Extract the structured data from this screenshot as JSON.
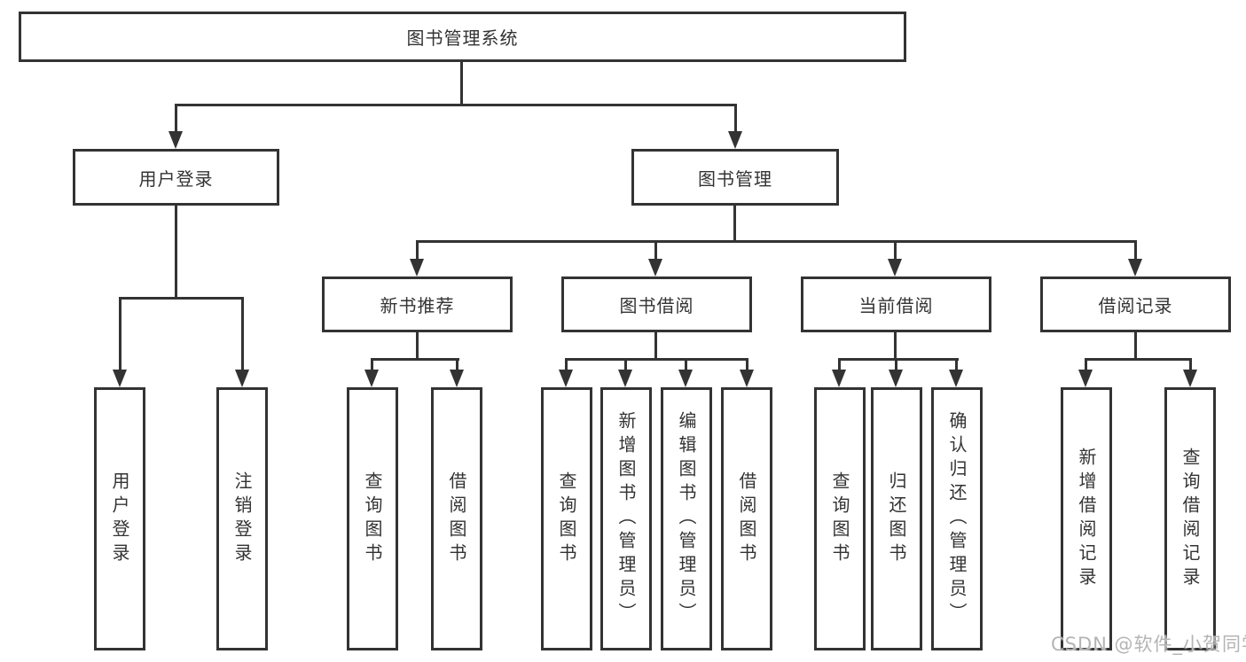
{
  "diagram_type": "tree",
  "colors": {
    "line": "#333333",
    "text": "#333333",
    "background": "#ffffff",
    "watermark": "#b4b4b4"
  },
  "tree": {
    "root": {
      "label": "图书管理系统",
      "children": [
        {
          "label": "用户登录",
          "children": [
            {
              "label": "用户登录"
            },
            {
              "label": "注销登录"
            }
          ]
        },
        {
          "label": "图书管理",
          "children": [
            {
              "label": "新书推荐",
              "children": [
                {
                  "label": "查询图书"
                },
                {
                  "label": "借阅图书"
                }
              ]
            },
            {
              "label": "图书借阅",
              "children": [
                {
                  "label": "查询图书"
                },
                {
                  "label": "新增图书（管理员）"
                },
                {
                  "label": "编辑图书（管理员）"
                },
                {
                  "label": "借阅图书"
                }
              ]
            },
            {
              "label": "当前借阅",
              "children": [
                {
                  "label": "查询图书"
                },
                {
                  "label": "归还图书"
                },
                {
                  "label": "确认归还（管理员）"
                }
              ]
            },
            {
              "label": "借阅记录",
              "children": [
                {
                  "label": "新增借阅记录"
                },
                {
                  "label": "查询借阅记录"
                }
              ]
            }
          ]
        }
      ]
    }
  },
  "watermark": {
    "text": "CSDN @软件_小贺同学"
  }
}
